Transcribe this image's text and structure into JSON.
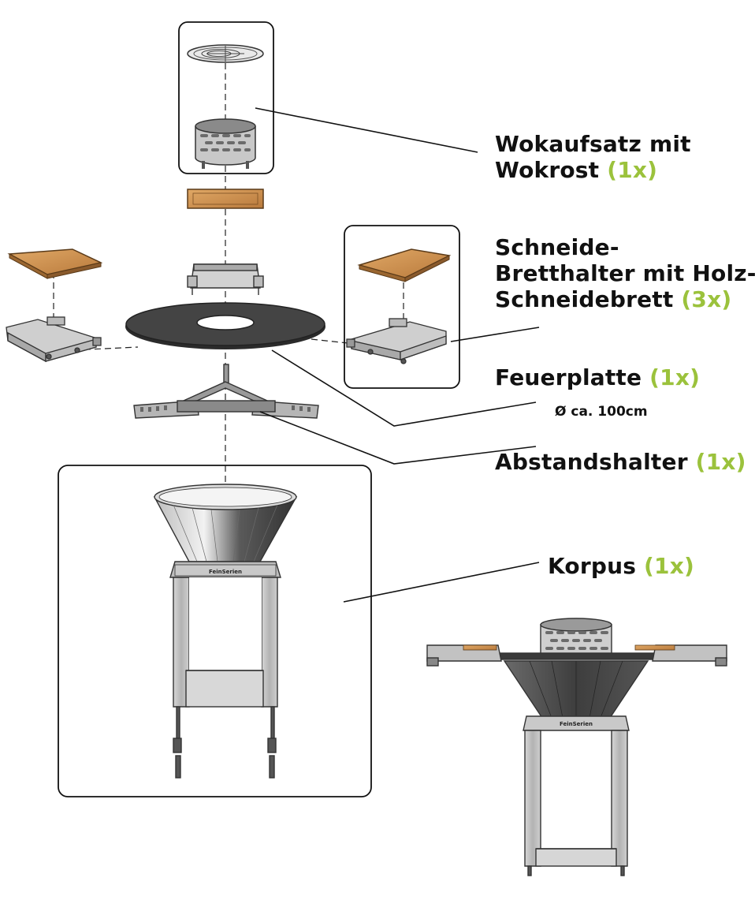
{
  "labels": {
    "wok": {
      "line1": "Wokaufsatz mit",
      "line2": "Wokrost",
      "qty": "(1x)"
    },
    "board": {
      "line1": "Schneide-",
      "line2": "Bretthalter mit Holz-",
      "line3": "Schneidebrett",
      "qty": "(3x)"
    },
    "plate": {
      "text": "Feuerplatte",
      "qty": "(1x)",
      "note": "Ø ca. 100cm"
    },
    "spacer": {
      "text": "Abstandshalter",
      "qty": "(1x)"
    },
    "body": {
      "text": "Korpus",
      "qty": "(1x)"
    }
  },
  "logo_text": "FeinSerien",
  "colors": {
    "accent": "#9bc23c",
    "plate": "#3a3a3a",
    "wood": "#c98a4a",
    "steel": "#9a9a9a",
    "line": "#111111"
  }
}
